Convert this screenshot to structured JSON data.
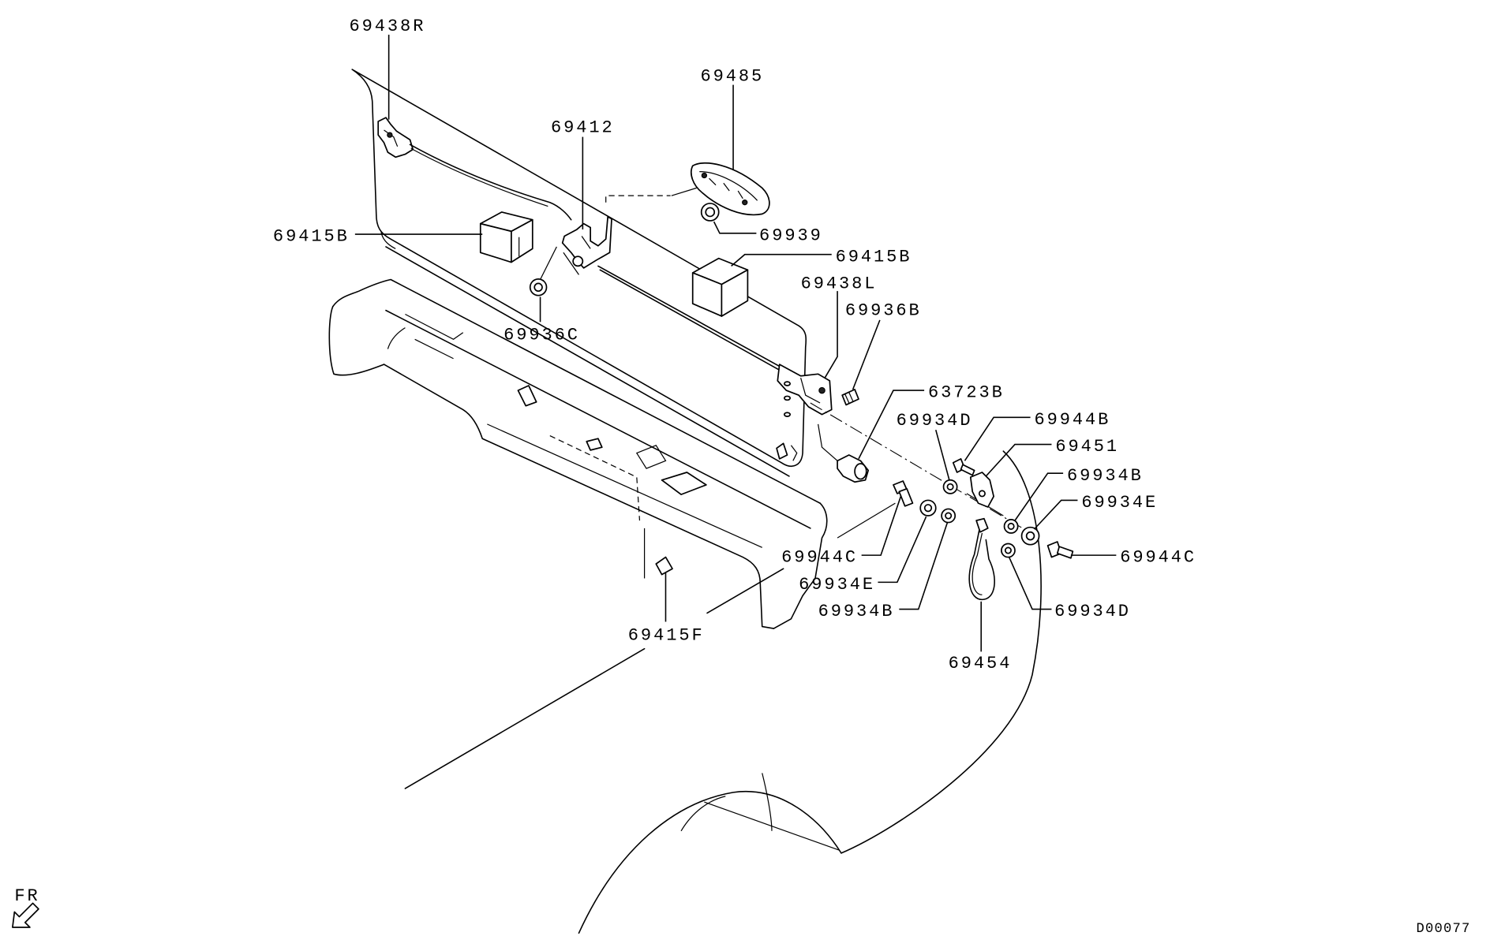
{
  "callouts": [
    "69438R",
    "69485",
    "69412",
    "69415B",
    "69939",
    "69415B",
    "69438L",
    "69936B",
    "69936C",
    "63723B",
    "69934D",
    "69944B",
    "69451",
    "69934B",
    "69934E",
    "69944C",
    "69944C",
    "69934E",
    "69934B",
    "69934D",
    "69415F",
    "69454"
  ],
  "direction_label": "FR",
  "drawing_code": "D00077",
  "colors": {
    "line": "#000000",
    "background": "#ffffff"
  }
}
